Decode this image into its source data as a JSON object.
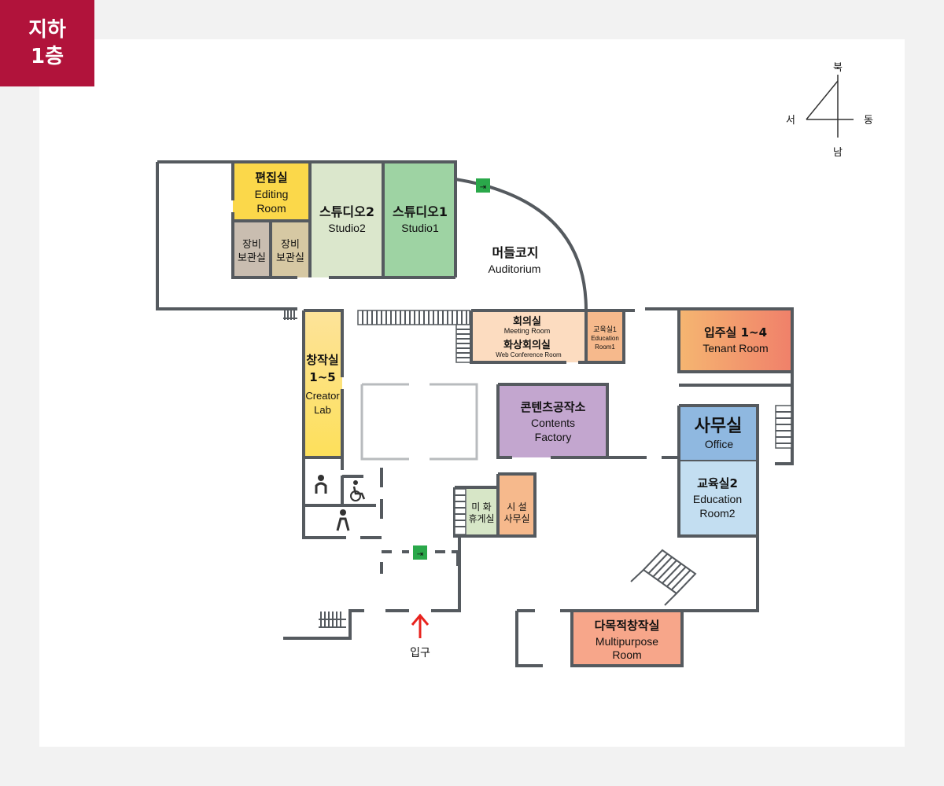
{
  "floor": {
    "line1": "지하",
    "line2": "1층"
  },
  "compass": {
    "north": "북",
    "south": "남",
    "east": "동",
    "west": "서"
  },
  "rooms": {
    "editing": {
      "ko": "편집실",
      "en1": "Editing",
      "en2": "Room",
      "color": "#fbd84a"
    },
    "storage1": {
      "ko1": "장비",
      "ko2": "보관실",
      "color": "#c9bdb0"
    },
    "storage2": {
      "ko1": "장비",
      "ko2": "보관실",
      "color": "#d6c8a3"
    },
    "studio2": {
      "ko": "스튜디오2",
      "en": "Studio2",
      "color": "#dbe7cc"
    },
    "studio1": {
      "ko": "스튜디오1",
      "en": "Studio1",
      "color": "#9ed3a3"
    },
    "auditorium": {
      "ko": "머들코지",
      "en": "Auditorium"
    },
    "meeting": {
      "ko1": "회의실",
      "en1": "Meeting Room",
      "ko2": "화상회의실",
      "en2": "Web Conference Room",
      "color": "#fcdcc0"
    },
    "edu1": {
      "ko": "교육실1",
      "en1": "Education",
      "en2": "Room1",
      "color": "#f6b98c"
    },
    "tenant": {
      "ko": "입주실 1~4",
      "en": "Tenant Room",
      "color1": "#f5b671",
      "color2": "#f0806a"
    },
    "creator": {
      "ko1": "창작실",
      "ko2": "1~5",
      "en1": "Creator",
      "en2": "Lab",
      "color1": "#fde39a",
      "color2": "#fde05a"
    },
    "contents": {
      "ko": "콘텐츠공작소",
      "en1": "Contents",
      "en2": "Factory",
      "color": "#c3a6cf"
    },
    "office": {
      "ko": "사무실",
      "en": "Office",
      "color": "#8fb8e0"
    },
    "edu2": {
      "ko": "교육실2",
      "en1": "Education",
      "en2": "Room2",
      "color": "#c3def1"
    },
    "lounge": {
      "ko1": "미 화",
      "ko2": "휴게실",
      "color": "#d7e6c7"
    },
    "facility": {
      "ko1": "시 설",
      "ko2": "사무실",
      "color": "#f6b98c"
    },
    "multipurpose": {
      "ko": "다목적창작실",
      "en1": "Multipurpose",
      "en2": "Room",
      "color": "#f7a68a"
    }
  },
  "entrance": {
    "label": "입구",
    "color": "#e8231e"
  },
  "exit_sign_color": "#2aa84a",
  "wall_color": "#555a5f"
}
